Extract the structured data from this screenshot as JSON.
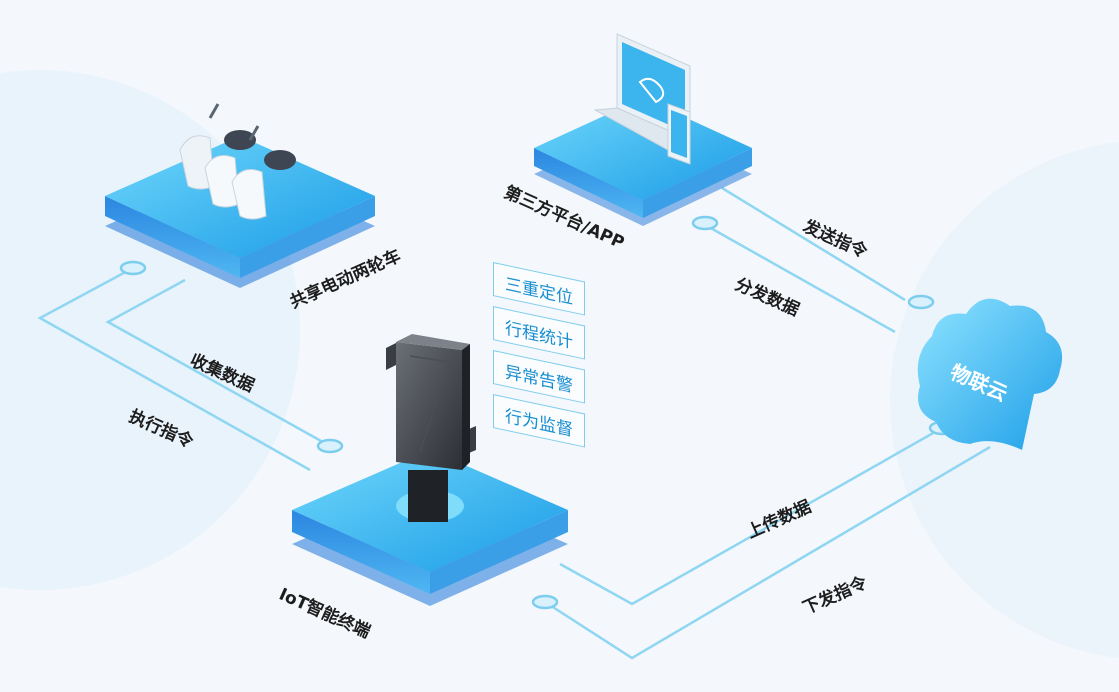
{
  "nodes": {
    "scooters": "共享电动两轮车",
    "platform": "第三方平台/APP",
    "terminal": "IoT智能终端",
    "cloud": "物联云"
  },
  "flows": {
    "collect_data": "收集数据",
    "execute_command": "执行指令",
    "send_command": "发送指令",
    "distribute_data": "分发数据",
    "upload_data": "上传数据",
    "issue_command": "下发指令"
  },
  "features": [
    "三重定位",
    "行程统计",
    "异常告警",
    "行为监督"
  ],
  "colors": {
    "accent": "#1fa3e8",
    "line": "#8fd6f2",
    "text": "#1d1d1d",
    "feature_text": "#1a8fd0",
    "background": "#f4f8fc"
  }
}
